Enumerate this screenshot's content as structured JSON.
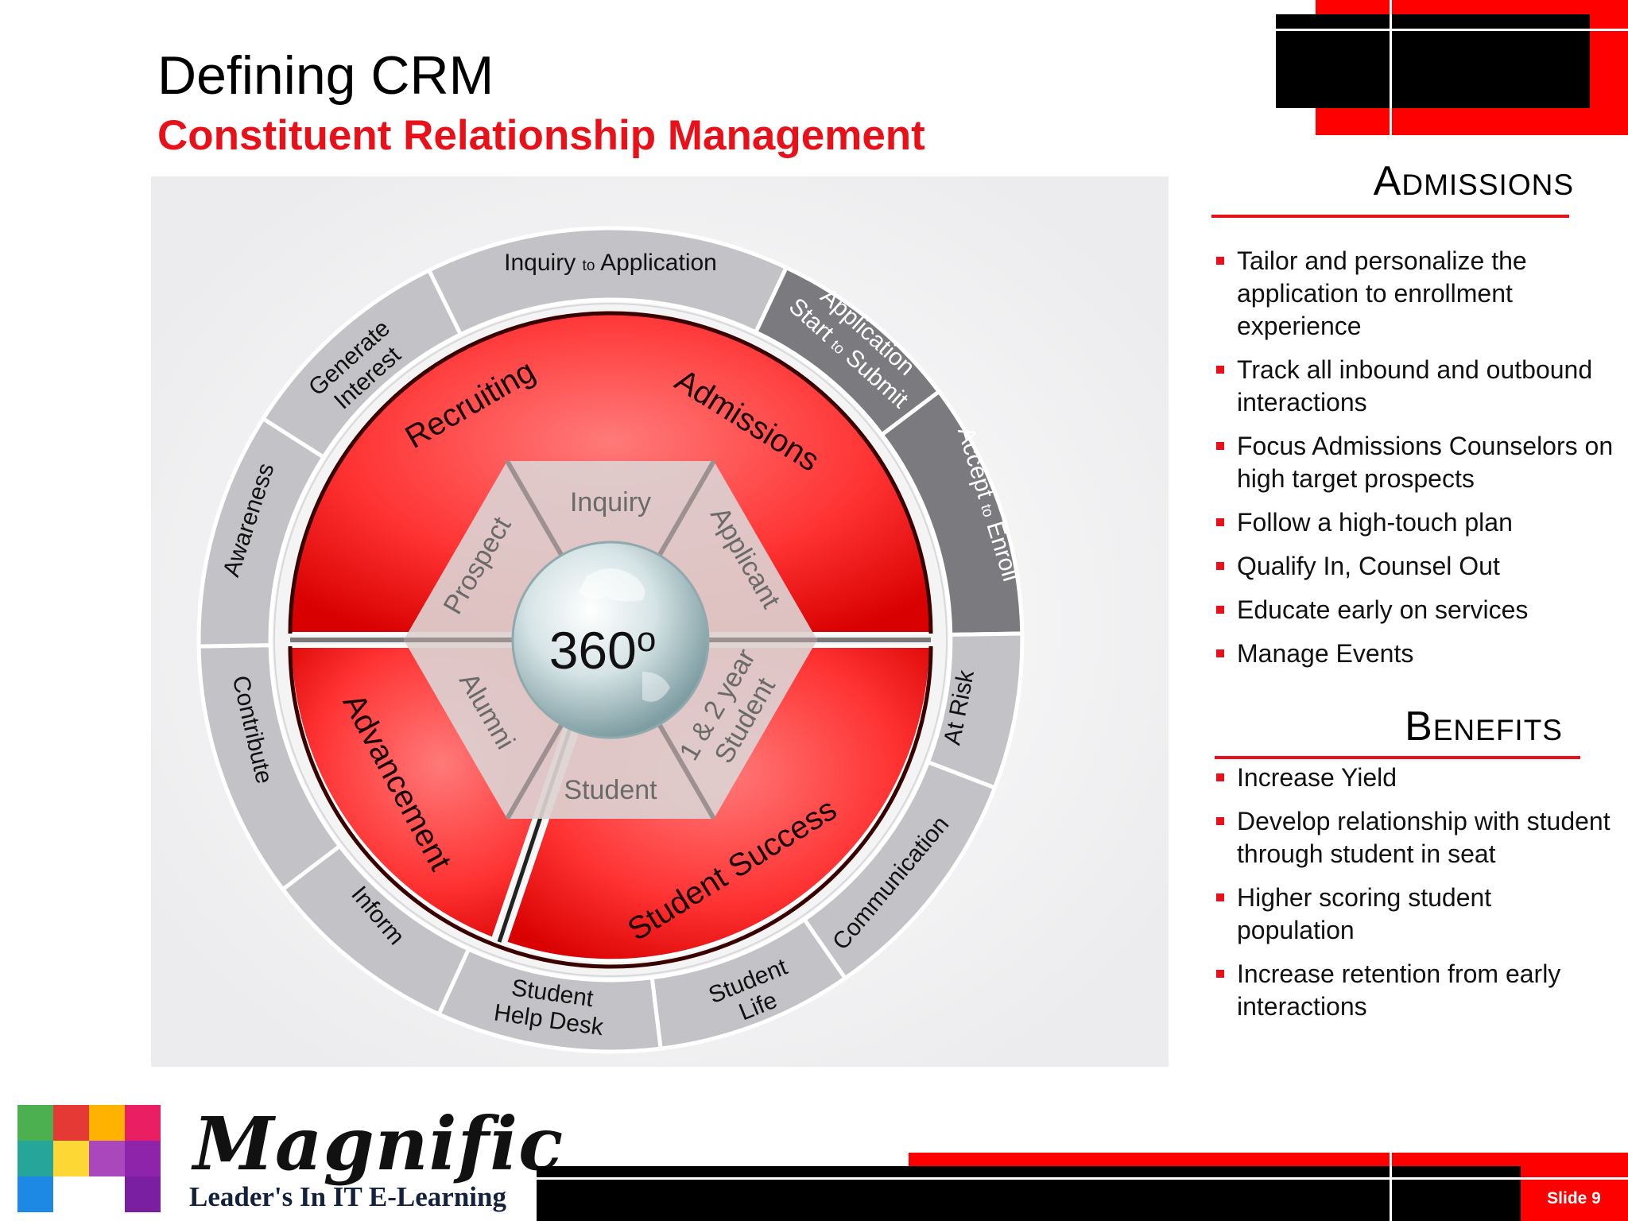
{
  "title": "Defining CRM",
  "subtitle": "Constituent Relationship Management",
  "slide_label": "Slide 9",
  "admissions": {
    "heading_first": "A",
    "heading_rest": "DMISSIONS",
    "bullets": [
      "Tailor and personalize the application to enrollment experience",
      "Track all inbound and outbound interactions",
      "Focus Admissions Counselors on high target prospects",
      "Follow a high-touch plan",
      "Qualify In, Counsel Out",
      "Educate early on services",
      "Manage Events"
    ]
  },
  "benefits": {
    "heading_first": "B",
    "heading_rest": "ENEFITS",
    "bullets": [
      "Increase Yield",
      "Develop relationship with student through student in seat",
      "Higher scoring student population",
      "Increase retention from early interactions"
    ]
  },
  "diagram": {
    "center_label": "360",
    "center_sup": "o",
    "quadrants": [
      "Recruiting",
      "Admissions",
      "Advancement",
      "Student Success"
    ],
    "hexagon": [
      "Inquiry",
      "Applicant",
      "1 & 2 year",
      "Student",
      "Student",
      "Alumni",
      "Prospect"
    ],
    "outer_ring": {
      "inquiry_a": "Inquiry ",
      "inquiry_to": "to",
      "inquiry_b": " Application",
      "app_line1": "Application",
      "app_line2_a": "Start ",
      "app_line2_to": "to",
      "app_line2_b": " Submit",
      "accept_a": "Accept ",
      "accept_to": "to",
      "accept_b": " Enroll",
      "at_risk": "At Risk",
      "communication": "Communication",
      "student_life_1": "Student",
      "student_life_2": "Life",
      "help_desk_1": "Student",
      "help_desk_2": "Help Desk",
      "inform": "Inform",
      "contribute": "Contribute",
      "awareness": "Awareness",
      "generate_1": "Generate",
      "generate_2": "Interest"
    },
    "colors": {
      "red": "#e8111a",
      "dark_gray": "#7b7a7e",
      "light_gray": "#c3c2c6"
    }
  },
  "logo": {
    "name": "Magnific",
    "tagline": "Leader's In IT E-Learning"
  }
}
